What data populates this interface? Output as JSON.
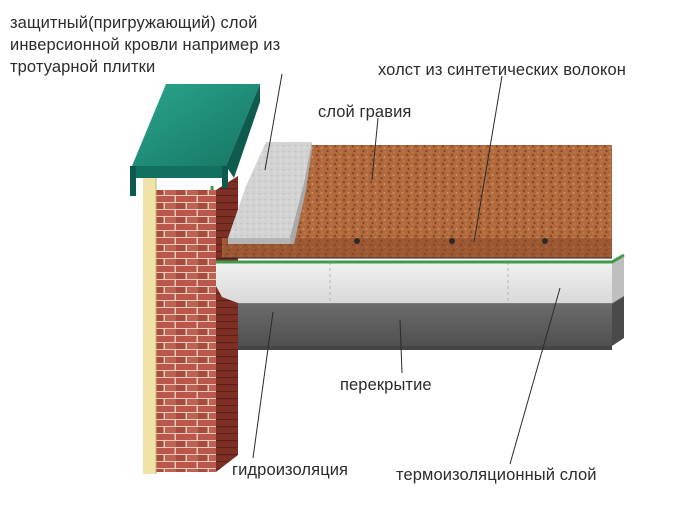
{
  "labels": {
    "protective_layer": [
      "защитный(пригружающий) слой",
      "инверсионной кровли например из",
      "тротуарной плитки"
    ],
    "fabric": "холст из синтетических волокон",
    "gravel": "слой гравия",
    "slab": "перекрытие",
    "waterproofing": "гидроизоляция",
    "insulation": "термоизоляционный слой"
  },
  "colors": {
    "parapet_cap": "#1f8f7a",
    "brick": "#b8574a",
    "mortar": "#e3c9bd",
    "gravel": "#b06a3e",
    "paving_tile": "#d2d2d2",
    "insulation": "#e6e6e6",
    "slab": "#5f5f5f",
    "waterproofing": "#3f9a4a",
    "leader_line": "#2b2b2b"
  }
}
